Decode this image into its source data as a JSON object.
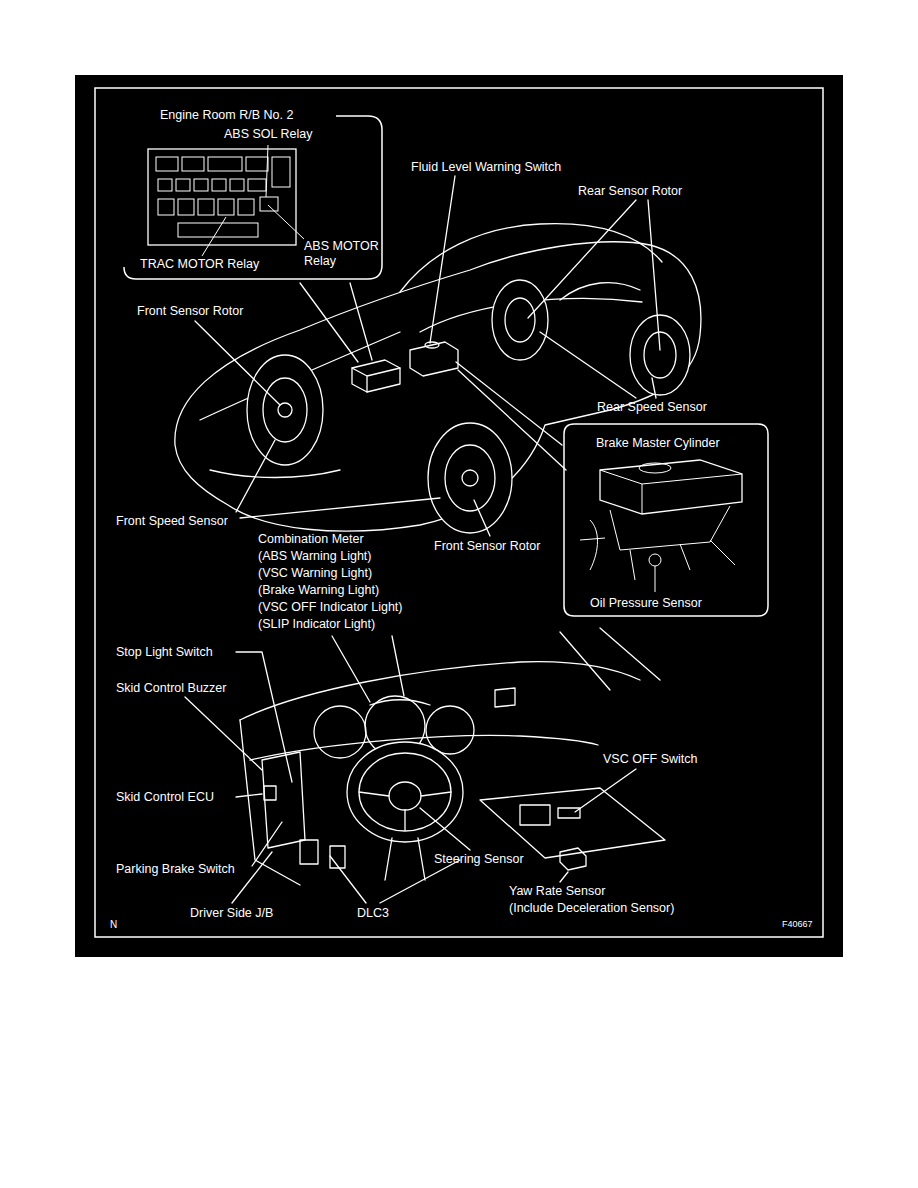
{
  "diagram": {
    "nodes": [
      {
        "text": [
          "Engine Room R/B No. 2",
          "ABS SOL Relay",
          "ABS MOTOR Relay",
          "TRAC MOTOR Relay"
        ]
      },
      {
        "text": [
          "Brake Master Cylinder",
          "Oil Pressure Sensor"
        ]
      }
    ],
    "labels": [
      "Fluid Level Warning Switch",
      "Rear Sensor Rotor",
      "Front Sensor Rotor",
      "Rear Speed Sensor",
      "Front Speed Sensor",
      "Combination Meter",
      "(ABS Warning Light)",
      "(VSC Warning Light)",
      "(Brake Warning Light)",
      "(VSC OFF Indicator Light)",
      "(SLIP Indicator Light)",
      "Front Sensor Rotor",
      "Stop Light Switch",
      "Skid Control Buzzer",
      "Skid Control ECU",
      "VSC OFF Switch",
      "Steering Sensor",
      "Parking Brake Switch",
      "Yaw Rate Sensor",
      "(Include Deceleration Sensor)",
      "N",
      "Driver Side J/B",
      "DLC3",
      "F40667"
    ]
  }
}
